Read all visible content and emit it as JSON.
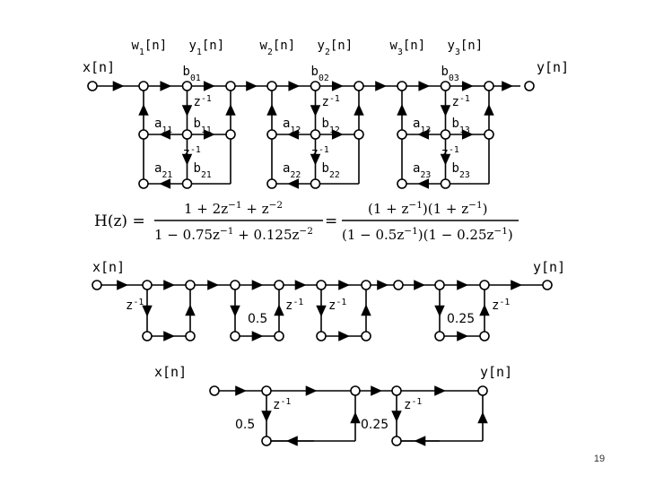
{
  "slide": {
    "page_number": "19"
  },
  "sections": {
    "cascade": {
      "input": "x[n]",
      "output": "y[n]",
      "stages": [
        {
          "w": "w",
          "wsub": "1",
          "wtail": "[n]",
          "y": "y",
          "ysub": "1",
          "ytail": "[n]",
          "b0": "b",
          "b0sub": "01",
          "b1": "b",
          "b1sub": "11",
          "b2": "b",
          "b2sub": "21",
          "a1": "a",
          "a1sub": "11",
          "a2": "a",
          "a2sub": "21"
        },
        {
          "w": "w",
          "wsub": "2",
          "wtail": "[n]",
          "y": "y",
          "ysub": "2",
          "ytail": "[n]",
          "b0": "b",
          "b0sub": "02",
          "b1": "b",
          "b1sub": "12",
          "b2": "b",
          "b2sub": "22",
          "a1": "a",
          "a1sub": "12",
          "a2": "a",
          "a2sub": "22"
        },
        {
          "w": "w",
          "wsub": "3",
          "wtail": "[n]",
          "y": "y",
          "ysub": "3",
          "ytail": "[n]",
          "b0": "b",
          "b0sub": "03",
          "b1": "b",
          "b1sub": "13",
          "b2": "b",
          "b2sub": "23",
          "a1": "a",
          "a1sub": "13",
          "a2": "a",
          "a2sub": "23"
        }
      ],
      "delay": {
        "base": "z",
        "exp": "-1"
      }
    },
    "equation": {
      "lhs": "H(z) =",
      "num1": "1 + 2z",
      "num1_exp1": "−1",
      "num1_mid": " + z",
      "num1_exp2": "−2",
      "den1": "1 − 0.75z",
      "den1_exp1": "−1",
      "den1_mid": " + 0.125z",
      "den1_exp2": "−2",
      "eq2": "=",
      "num2": "(1 + z",
      "num2_exp1": "−1",
      "num2_mid": ")(1 + z",
      "num2_exp2": "−1",
      "num2_tail": ")",
      "den2": "(1 − 0.5z",
      "den2_exp1": "−1",
      "den2_mid": ")(1 − 0.25z",
      "den2_exp2": "−1",
      "den2_tail": ")"
    },
    "network2": {
      "input": "x[n]",
      "output": "y[n]",
      "delay": {
        "base": "z",
        "exp": "-1"
      },
      "coef1": "0.5",
      "coef2": "0.25"
    },
    "network3": {
      "input": "x[n]",
      "output": "y[n]",
      "delay": {
        "base": "z",
        "exp": "-1"
      },
      "coef1": "0.5",
      "coef2": "0.25"
    }
  }
}
